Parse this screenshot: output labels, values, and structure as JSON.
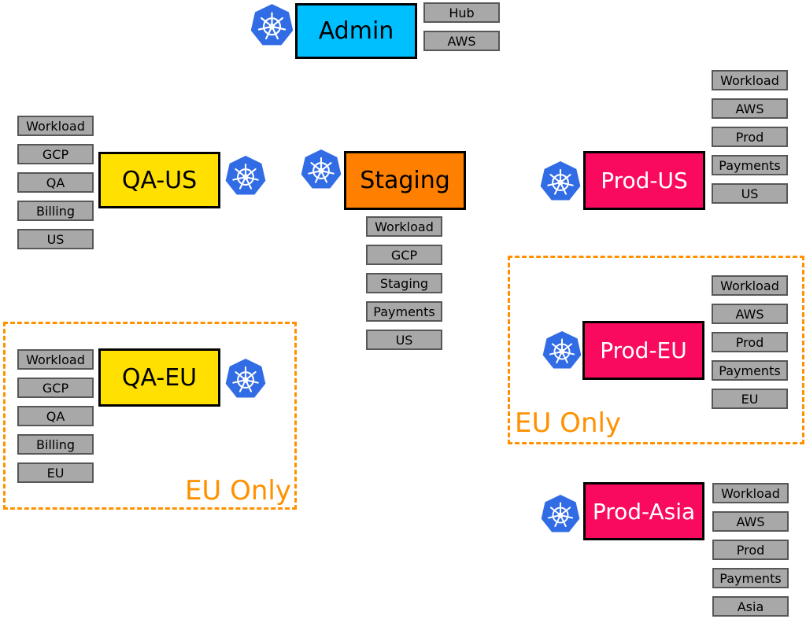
{
  "colors": {
    "k8s_blue": "#326CE5",
    "admin_fill": "#00BFFF",
    "qa_fill": "#FFE000",
    "staging_fill": "#FF8000",
    "prod_fill": "#FA0A5E",
    "tag_bg": "#A8A8A8",
    "tag_border": "#575757",
    "eu_zone": "#FF9100"
  },
  "clusters": {
    "admin": {
      "label": "Admin",
      "tags": [
        "Hub",
        "AWS"
      ]
    },
    "qa_us": {
      "label": "QA-US",
      "tags": [
        "Workload",
        "GCP",
        "QA",
        "Billing",
        "US"
      ]
    },
    "staging": {
      "label": "Staging",
      "tags": [
        "Workload",
        "GCP",
        "Staging",
        "Payments",
        "US"
      ]
    },
    "prod_us": {
      "label": "Prod-US",
      "tags": [
        "Workload",
        "AWS",
        "Prod",
        "Payments",
        "US"
      ]
    },
    "qa_eu": {
      "label": "QA-EU",
      "tags": [
        "Workload",
        "GCP",
        "QA",
        "Billing",
        "EU"
      ]
    },
    "prod_eu": {
      "label": "Prod-EU",
      "tags": [
        "Workload",
        "AWS",
        "Prod",
        "Payments",
        "EU"
      ]
    },
    "prod_asia": {
      "label": "Prod-Asia",
      "tags": [
        "Workload",
        "AWS",
        "Prod",
        "Payments",
        "Asia"
      ]
    }
  },
  "zones": {
    "eu_left": {
      "label": "EU Only"
    },
    "eu_right": {
      "label": "EU Only"
    }
  }
}
